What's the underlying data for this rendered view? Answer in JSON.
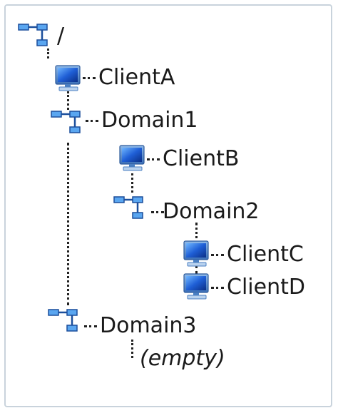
{
  "tree": {
    "root": {
      "label": "/",
      "icon": "network-domain-icon"
    },
    "nodes": [
      {
        "key": "clientA",
        "label": "ClientA",
        "icon": "computer-monitor-icon"
      },
      {
        "key": "domain1",
        "label": "Domain1",
        "icon": "network-domain-icon"
      },
      {
        "key": "clientB",
        "label": "ClientB",
        "icon": "computer-monitor-icon"
      },
      {
        "key": "domain2",
        "label": "Domain2",
        "icon": "network-domain-icon"
      },
      {
        "key": "clientC",
        "label": "ClientC",
        "icon": "computer-monitor-icon"
      },
      {
        "key": "clientD",
        "label": "ClientD",
        "icon": "computer-monitor-icon"
      },
      {
        "key": "domain3",
        "label": "Domain3",
        "icon": "network-domain-icon"
      }
    ],
    "empty_label": "(empty)"
  },
  "colors": {
    "icon_blue": "#3a8ee6",
    "icon_dark": "#1c4f9c",
    "line": "#222222",
    "frame": "#c9d3dc"
  }
}
